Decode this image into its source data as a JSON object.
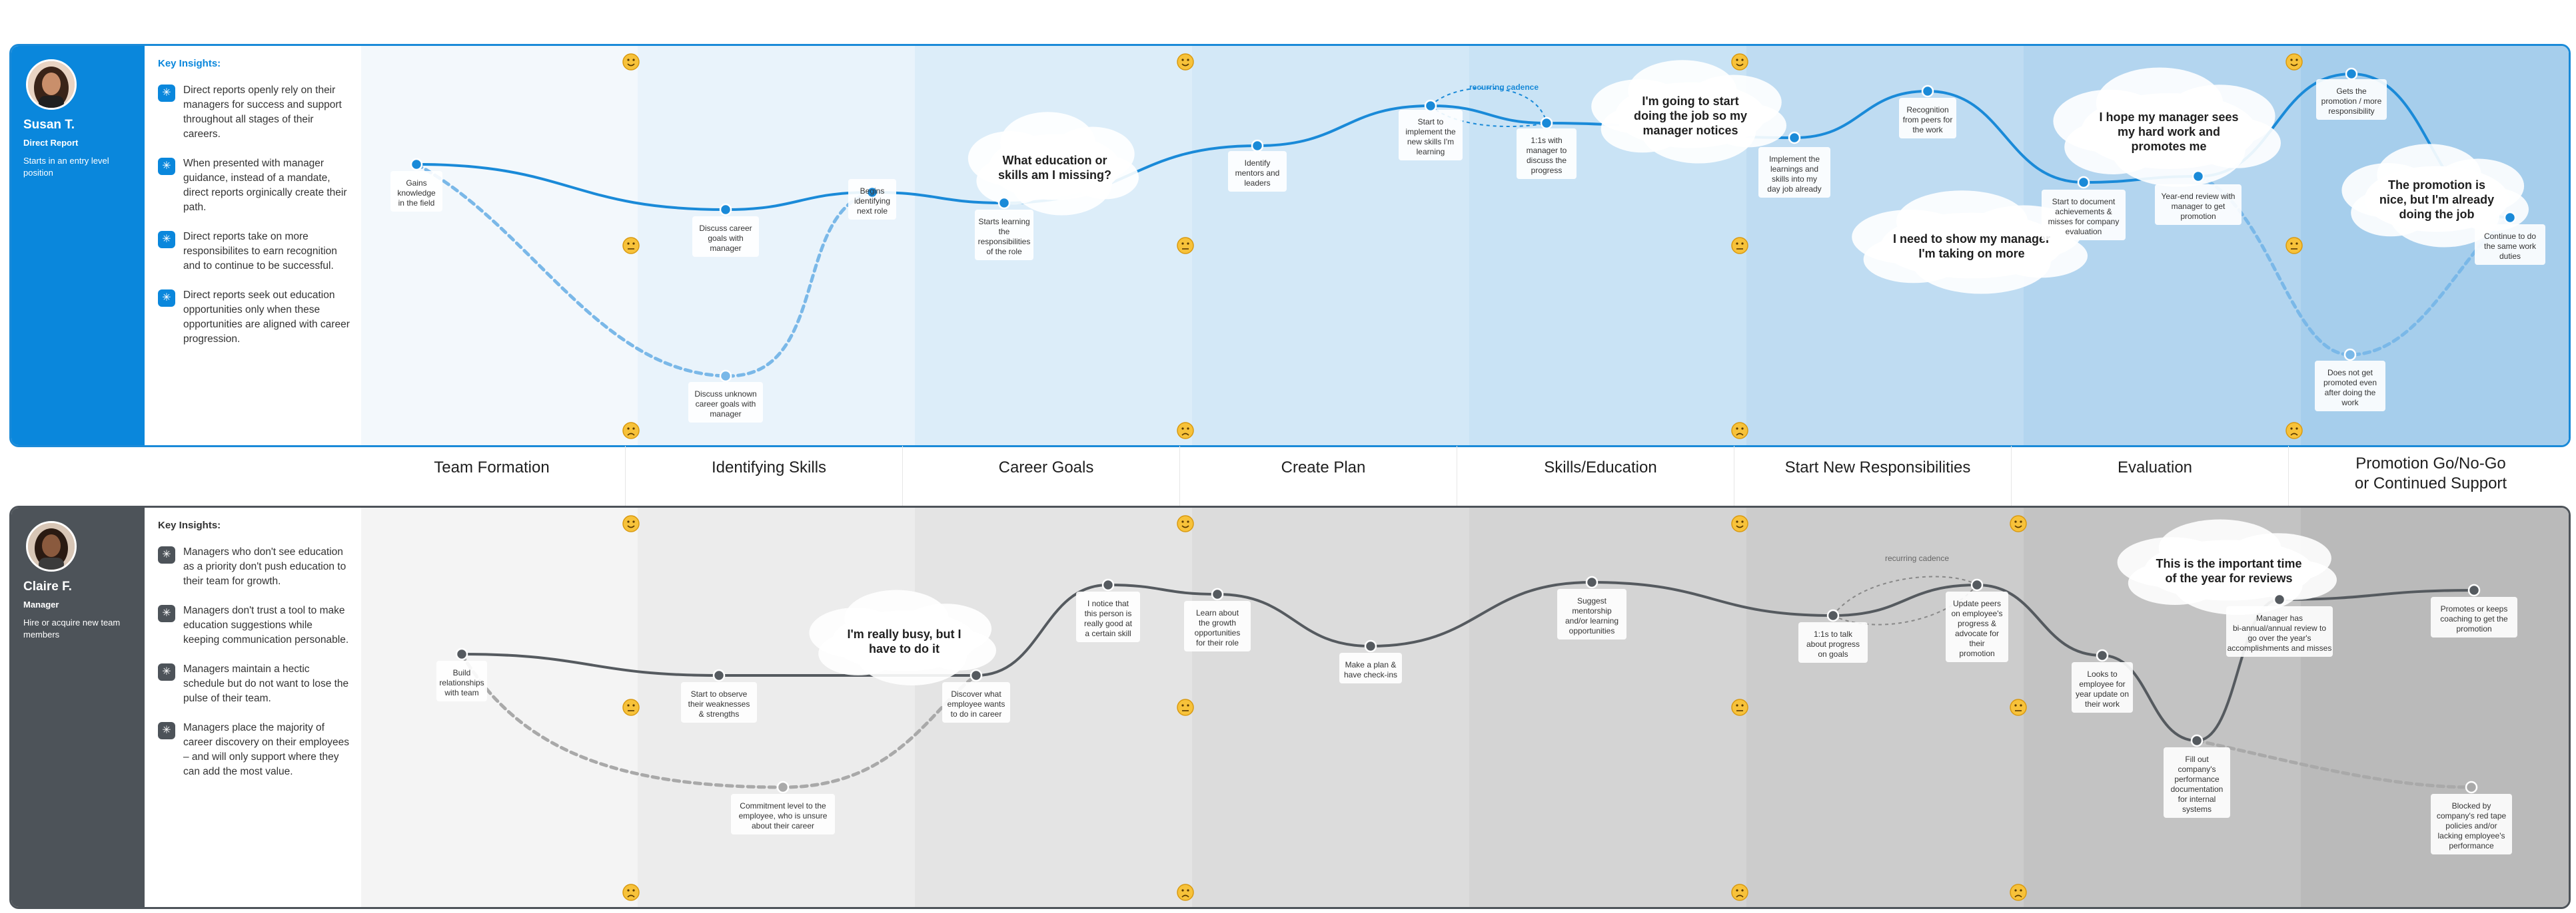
{
  "colors": {
    "susan_accent": "#0a87dc",
    "claire_accent": "#4d5359",
    "line_blue": "#1a8ad8",
    "dash_blue": "#7ab8e8",
    "line_gray": "#555a5f",
    "dash_gray": "#a9a9a9"
  },
  "stages": [
    {
      "label": "Team Formation"
    },
    {
      "label": "Identifying Skills"
    },
    {
      "label": "Career Goals"
    },
    {
      "label": "Create Plan"
    },
    {
      "label": "Skills/Education"
    },
    {
      "label": "Start New Responsibilities"
    },
    {
      "label": "Evaluation"
    },
    {
      "label": "Promotion Go/No-Go\nor Continued Support"
    }
  ],
  "susan": {
    "name": "Susan T.",
    "role": "Direct Report",
    "description": "Starts in an entry level position",
    "insights_title": "Key Insights:",
    "insights": [
      "Direct reports openly rely on their managers for success and support throughout all stages of their careers.",
      "When presented with manager guidance, instead of a mandate, direct reports orginically create their path.",
      "Direct reports take on more responsibilites to earn recognition and to continue to be successful.",
      "Direct reports seek out education opportunities only when these opportunities are aligned with career progression."
    ],
    "main_points": [
      {
        "label": "Gains\nknowledge\nin the field"
      },
      {
        "label": "Discuss career\ngoals with\nmanager"
      },
      {
        "label": "Begins\nidentifying\nnext role"
      },
      {
        "label": "Starts learning\nthe\nresponsibilities\nof the role"
      },
      {
        "label": "Identify\nmentors and\nleaders"
      },
      {
        "label": "Start to\nimplement the\nnew skills I'm\nlearning"
      },
      {
        "label": "1:1s with\nmanager to\ndiscuss the\nprogress"
      },
      {
        "label": "Implement the\nlearnings and\nskills into my\nday job already"
      },
      {
        "label": "Recognition\nfrom peers for\nthe work"
      },
      {
        "label": "Start to document\nachievements &\nmisses for company\nevaluation"
      },
      {
        "label": "Year-end review with\nmanager to get\npromotion"
      },
      {
        "label": "Gets the\npromotion / more\nresponsibility"
      },
      {
        "label": "Continue to do\nthe same work\nduties"
      }
    ],
    "alt_points": [
      {
        "label": "Discuss unknown\ncareer goals with\nmanager"
      },
      {
        "label": "Does not get\npromoted even\nafter doing the\nwork"
      }
    ],
    "cadence_label": "recurring cadence",
    "thoughts": [
      {
        "text": "What education or\nskills am I missing?"
      },
      {
        "text": "I'm going to start\ndoing the job so my\nmanager notices"
      },
      {
        "text": "I hope my manager sees\nmy hard work and\npromotes me"
      },
      {
        "text": "I need to show my manager\nI'm taking on more"
      },
      {
        "text": "The promotion is\nnice, but I'm already\ndoing the job"
      }
    ]
  },
  "claire": {
    "name": "Claire F.",
    "role": "Manager",
    "description": "Hire or acquire new team members",
    "insights_title": "Key Insights:",
    "insights": [
      "Managers who don't see education as a priority don't push education to their team for growth.",
      "Managers don't trust a tool to make education suggestions while keeping communication personable.",
      "Managers maintain a hectic schedule but do not want to lose the pulse of their team.",
      "Managers place the majority of career discovery on their employees – and will only support where they can add the most value."
    ],
    "main_points": [
      {
        "label": "Build\nrelationships\nwith team"
      },
      {
        "label": "Start to observe\ntheir weaknesses\n& strengths"
      },
      {
        "label": "Discover what\nemployee wants\nto do in career"
      },
      {
        "label": "I notice that\nthis person is\nreally good at\na certain skill"
      },
      {
        "label": "Learn about\nthe growth\nopportunities\nfor their role"
      },
      {
        "label": "Make a plan &\nhave check-ins"
      },
      {
        "label": "Suggest\nmentorship\nand/or learning\nopportunities"
      },
      {
        "label": "1:1s to talk\nabout progress\non goals"
      },
      {
        "label": "Update peers\non employee's\nprogress &\nadvocate for\ntheir\npromotion"
      },
      {
        "label": "Looks to\nemployee for\nyear update on\ntheir work"
      },
      {
        "label": "Fill out\ncompany's\nperformance\ndocumentation\nfor internal\nsystems"
      },
      {
        "label": "Manager has\nbi-annual/annual review to\ngo over the year's\naccomplishments and misses"
      },
      {
        "label": "Promotes or keeps\ncoaching to get the\npromotion"
      }
    ],
    "alt_points": [
      {
        "label": "Commitment level to the\nemployee, who is unsure\nabout their career"
      },
      {
        "label": "Blocked by\ncompany's red tape\npolicies and/or\nlacking employee's\nperformance"
      }
    ],
    "cadence_label": "recurring cadence",
    "thoughts": [
      {
        "text": "I'm really busy, but I\nhave to do it"
      },
      {
        "text": "This is the important time\nof the year for reviews"
      }
    ]
  }
}
